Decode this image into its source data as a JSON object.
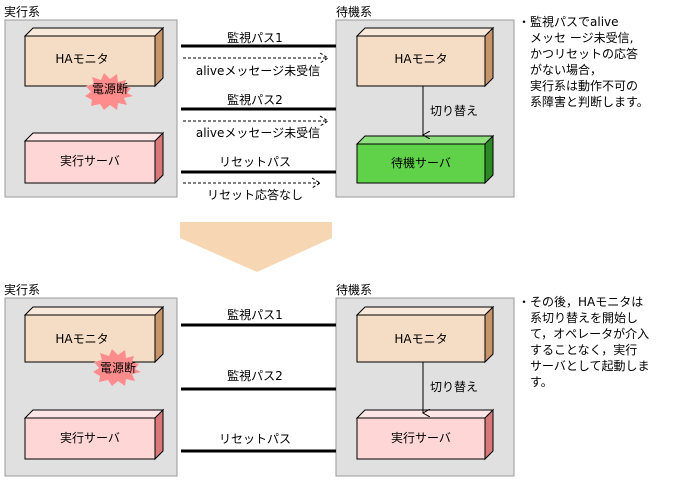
{
  "top_panel": {
    "active_label": "実行系",
    "standby_label": "待機系",
    "active_ha_monitor": "HAモニタ",
    "power_failure": "電源断",
    "active_server": "実行サーバ",
    "standby_ha_monitor": "HAモニタ",
    "switch_label": "切り替え",
    "standby_server": "待機サーバ",
    "path1": "監視パス1",
    "path1_msg": "aliveメッセージ未受信",
    "path2": "監視パス2",
    "path2_msg": "aliveメッセージ未受信",
    "reset_path": "リセットパス",
    "reset_msg": "リセット応答なし",
    "note_lines": [
      "・監視パスでalive",
      "　メッセ ージ未受信,",
      "　かつリセットの応答",
      "　がない場合，",
      "　実行系は動作不可の",
      "　系障害と判断します。"
    ]
  },
  "bottom_panel": {
    "active_label": "実行系",
    "standby_label": "待機系",
    "active_ha_monitor": "HAモニタ",
    "power_failure": "電源断",
    "active_server": "実行サーバ",
    "standby_ha_monitor": "HAモニタ",
    "switch_label": "切り替え",
    "standby_server": "実行サーバ",
    "path1": "監視パス1",
    "path2": "監視パス2",
    "reset_path": "リセットパス",
    "note_lines": [
      "・その後，HAモニタは",
      "　系切り替えを開始し",
      "　て，オペレータが介入",
      "　することなく，実行",
      "　サーバとして起動しま",
      "　す。"
    ]
  },
  "colors": {
    "panel": "#e0e0e0",
    "ha_monitor": "#f5dcc4",
    "ha_monitor_side": "#c8956a",
    "server_pink": "#ffd6d6",
    "server_pink_side": "#d87878",
    "server_green": "#5fd24a",
    "server_green_side": "#2c8a26",
    "starburst": "#ff8c8c"
  }
}
